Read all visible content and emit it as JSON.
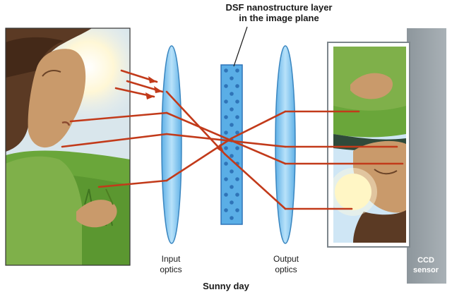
{
  "labels": {
    "layer_line1": "DSF nanostructure layer",
    "layer_line2": "in the image plane",
    "input_line1": "Input",
    "input_line2": "optics",
    "output_line1": "Output",
    "output_line2": "optics",
    "ccd_line1": "CCD",
    "ccd_line2": "sensor",
    "caption": "Sunny day"
  },
  "colors": {
    "ray": "#c23a1a",
    "lens_fill": "#8ecbee",
    "lens_stroke": "#3a86c0",
    "layer_fill": "#5aaee6",
    "layer_dots": "#2f74b8",
    "sensor_frame": "#9aa2a8",
    "sky": "#cfe6f5",
    "grass": "#6aa63a",
    "skin": "#c99a6b",
    "hair": "#5b3a24",
    "sun": "#fff3b0"
  }
}
